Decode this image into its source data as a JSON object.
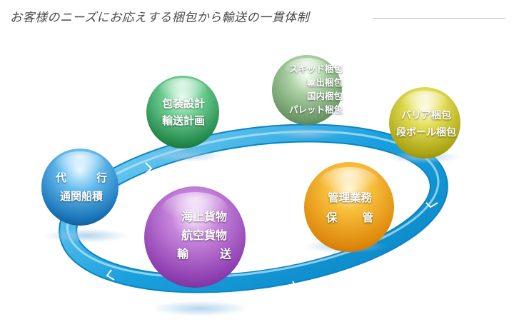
{
  "headline": "お客様のニーズにお応えする梱包から輸送の一貫体制",
  "nodes": {
    "agency": {
      "line1_left": "代",
      "line1_right": "行",
      "line2": "通関船積",
      "color": "#2a86c8"
    },
    "design": {
      "line1": "包装設計",
      "line2": "輸送計画",
      "color": "#2f9a57"
    },
    "skid": {
      "lines": [
        "スキッド梱包",
        "輸出梱包",
        "国内梱包",
        "パレット梱包"
      ],
      "color": "#7fa97a"
    },
    "barrier": {
      "line1": "バリア梱包",
      "line2": "段ボール梱包",
      "color": "#b9b21a"
    },
    "storage": {
      "line1": "管理業務",
      "line2_left": "保",
      "line2_right": "管",
      "color": "#e69a14"
    },
    "transport": {
      "line1": "海上貨物",
      "line2": "航空貨物",
      "line3_left": "輸",
      "line3_right": "送",
      "color": "#9a4fb7"
    }
  },
  "cycle_ring_color": "#1a9ad6"
}
